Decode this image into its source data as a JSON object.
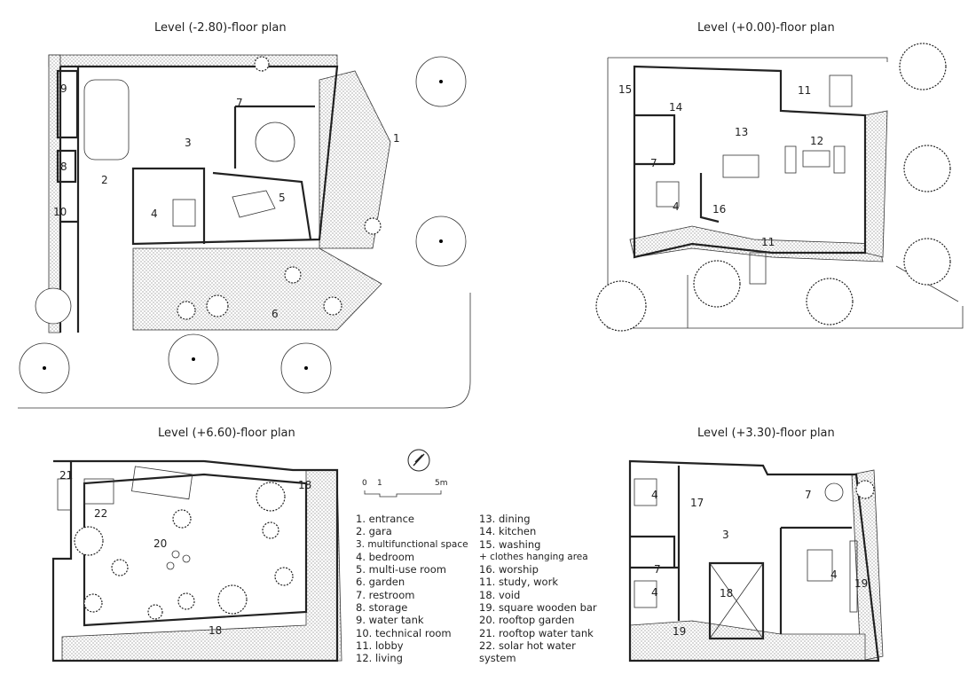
{
  "titles": {
    "p1": "Level (-2.80)-floor plan",
    "p2": "Level (+0.00)-floor plan",
    "p3": "Level (+6.60)-floor plan",
    "p4": "Level (+3.30)-floor plan"
  },
  "scale": {
    "zero": "0",
    "one": "1",
    "five": "5m"
  },
  "legend_col1": [
    "1. entrance",
    "2. gara",
    "3. multifunctional space",
    "4. bedroom",
    "5. multi-use room",
    "6. garden",
    "7. restroom",
    "8. storage",
    "9. water tank",
    "10. technical room",
    "11. lobby",
    "12. living"
  ],
  "legend_col2": [
    "13. dining",
    "14. kitchen",
    "15. washing",
    "+ clothes hanging area",
    "16. worship",
    "11. study, work",
    "18. void",
    "19. square wooden bar",
    "20. rooftop garden",
    "21. rooftop water tank",
    "22. solar hot water",
    "system"
  ],
  "labels": {
    "p1": [
      "9",
      "1",
      "3",
      "7",
      "8",
      "2",
      "10",
      "4",
      "5",
      "6"
    ],
    "p2": [
      "15",
      "14",
      "11",
      "13",
      "12",
      "7",
      "4",
      "16",
      "11"
    ],
    "p3": [
      "21",
      "18",
      "22",
      "20",
      "18"
    ],
    "p4": [
      "4",
      "7",
      "17",
      "3",
      "7",
      "4",
      "19",
      "4",
      "18",
      "19"
    ]
  }
}
